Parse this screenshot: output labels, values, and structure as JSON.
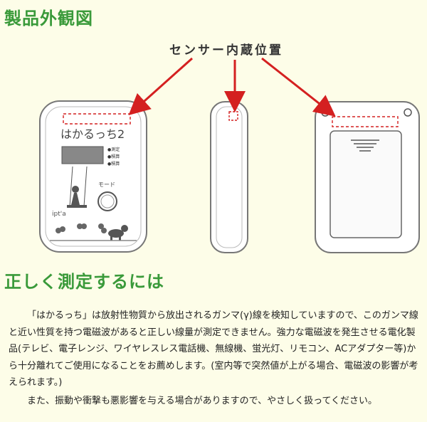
{
  "heading_exterior": "製品外観図",
  "sensor_position_label": "センサー内蔵位置",
  "device": {
    "brand_name": "はかるっち2",
    "indicators": [
      "●測定",
      "●積算",
      "●積算"
    ],
    "mode_label": "モード",
    "maker_logo": "ipt'a"
  },
  "heading_measure": "正しく測定するには",
  "paragraph1": "「はかるっち」は放射性物質から放出されるガンマ(γ)線を検知していますので、このガンマ線と近い性質を持つ電磁波があると正しい線量が測定できません。強力な電磁波を発生させる電化製品(テレビ、電子レンジ、ワイヤレスレス電話機、無線機、蛍光灯、リモコン、ACアダプター等)から十分離れてご使用になることをお薦めします。(室内等で突然値が上がる場合、電磁波の影響が考えられます。)",
  "paragraph2": "また、振動や衝撃も悪影響を与える場合がありますので、やさしく扱ってください。",
  "colors": {
    "heading": "#3a9a3a",
    "arrow": "#d42020",
    "background": "#fdfde8"
  }
}
